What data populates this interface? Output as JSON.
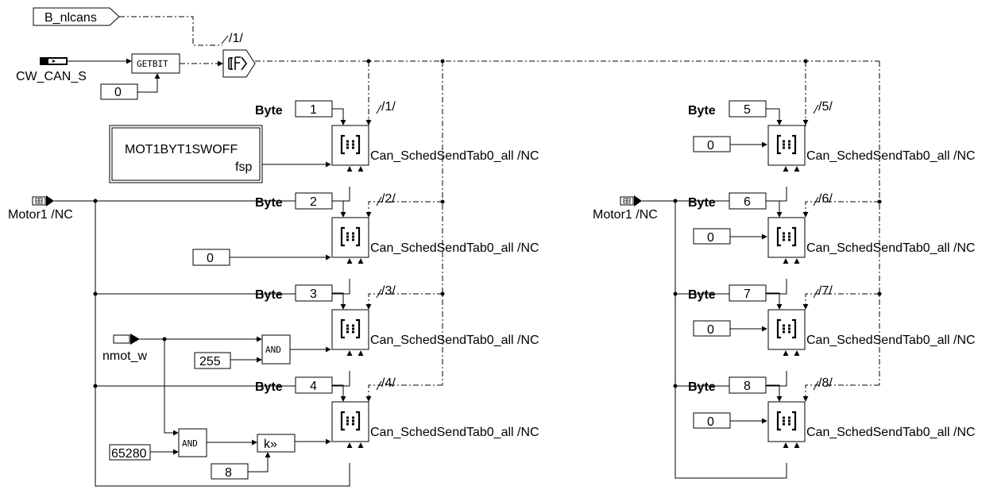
{
  "signals": {
    "enable_input": "B_nlcans",
    "cw_input": "CW_CAN_S",
    "bus_left": "Motor1 /NC",
    "bus_right": "Motor1 /NC",
    "nmot": "nmot_w"
  },
  "blocks": {
    "getbit": "GETBIT",
    "if": "IF",
    "and": "AND",
    "shift": "k»",
    "calib_name": "MOT1BYT1SWOFF",
    "calib_sub": "fsp"
  },
  "constants": {
    "getbit_bit": "0",
    "byte2_value": "0",
    "and_mask": "255",
    "high_mask": "65280",
    "shift_amount": "8",
    "right_values": [
      "0",
      "0",
      "0",
      "0"
    ]
  },
  "byte_label": "Byte",
  "byte_numbers": [
    "1",
    "2",
    "3",
    "4",
    "5",
    "6",
    "7",
    "8"
  ],
  "call_tags": [
    "/1/",
    "/1/",
    "/2/",
    "/3/",
    "/4/",
    "/5/",
    "/6/",
    "/7/",
    "/8/"
  ],
  "sched_labels": [
    "Can_SchedSendTab0_all /NC",
    "Can_SchedSendTab0_all /NC",
    "Can_SchedSendTab0_all /NC",
    "Can_SchedSendTab0_all /NC",
    "Can_SchedSendTab0_all /NC",
    "Can_SchedSendTab0_all /NC",
    "Can_SchedSendTab0_all /NC",
    "Can_SchedSendTab0_all /NC"
  ]
}
